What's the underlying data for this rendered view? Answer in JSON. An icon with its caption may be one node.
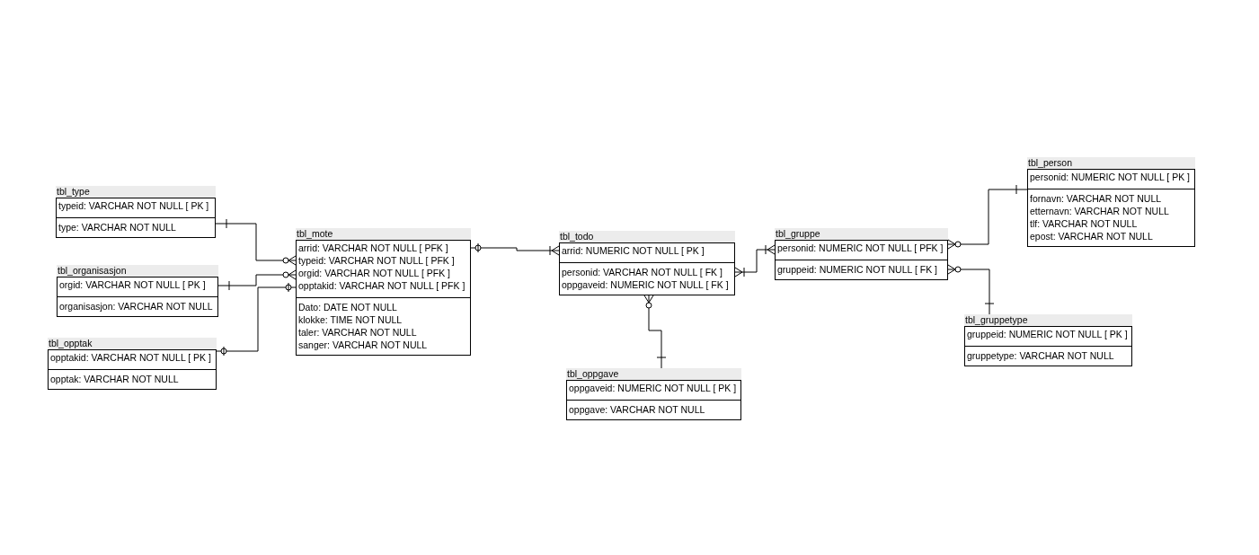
{
  "diagram": {
    "nodes": [
      {
        "text": [
          "tbl_type",
          "typeid: VARCHAR NOT NULL [ PK ]",
          "type: VARCHAR NOT NULL"
        ]
      },
      {
        "text": [
          "tbl_organisasjon",
          "orgid: VARCHAR NOT NULL [ PK ]",
          "organisasjon: VARCHAR NOT NULL"
        ]
      },
      {
        "text": [
          "tbl_opptak",
          "opptakid: VARCHAR NOT NULL [ PK ]",
          "opptak: VARCHAR NOT NULL"
        ]
      },
      {
        "text": [
          "tbl_mote",
          "arrid: VARCHAR NOT NULL [ PFK ]",
          "typeid: VARCHAR NOT NULL [ PFK ]",
          "orgid: VARCHAR NOT NULL [ PFK ]",
          "opptakid: VARCHAR NOT NULL [ PFK ]",
          "Dato: DATE NOT NULL",
          "klokke: TIME NOT NULL",
          "taler: VARCHAR NOT NULL",
          "sanger: VARCHAR NOT NULL"
        ]
      },
      {
        "text": [
          "tbl_todo",
          "arrid: NUMERIC NOT NULL [ PK ]",
          "personid: VARCHAR NOT NULL [ FK ]",
          "oppgaveid: NUMERIC NOT NULL [ FK ]"
        ]
      },
      {
        "text": [
          "tbl_oppgave",
          "oppgaveid: NUMERIC NOT NULL [ PK ]",
          "oppgave: VARCHAR NOT NULL"
        ]
      },
      {
        "text": [
          "tbl_gruppe",
          "personid: NUMERIC NOT NULL [ PFK ]",
          "gruppeid: NUMERIC NOT NULL [ FK ]"
        ]
      },
      {
        "text": [
          "tbl_person",
          "personid: NUMERIC NOT NULL [ PK ]",
          "fornavn: VARCHAR NOT NULL",
          "etternavn: VARCHAR NOT NULL",
          "tlf: VARCHAR NOT NULL",
          "epost: VARCHAR NOT NULL"
        ]
      },
      {
        "text": [
          "tbl_gruppetype",
          "gruppeid: NUMERIC NOT NULL [ PK ]",
          "gruppetype: VARCHAR NOT NULL"
        ]
      }
    ],
    "edges": [
      {
        "from": 0,
        "to": 3,
        "arrow": "other"
      },
      {
        "from": 1,
        "to": 3,
        "arrow": "other"
      },
      {
        "from": 2,
        "to": 3,
        "arrow": "other"
      },
      {
        "from": 3,
        "to": 4,
        "arrow": "other"
      },
      {
        "from": 4,
        "to": 6,
        "arrow": "other"
      },
      {
        "from": 4,
        "to": 5,
        "arrow": "other"
      },
      {
        "from": 6,
        "to": 7,
        "arrow": "other"
      },
      {
        "from": 6,
        "to": 8,
        "arrow": "other"
      }
    ]
  }
}
